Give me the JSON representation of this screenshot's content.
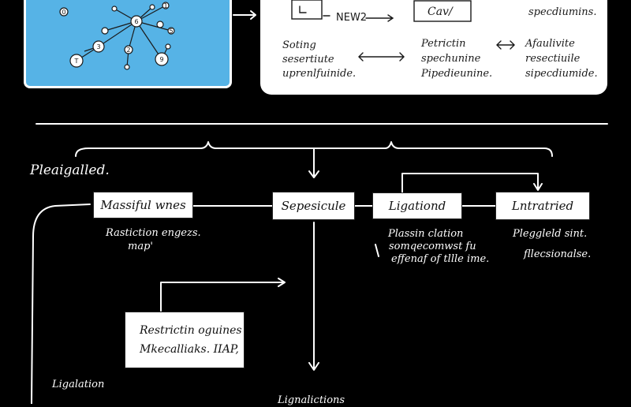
{
  "graph": {
    "nodes": [
      "6",
      "1",
      "3",
      "2",
      "5",
      "T",
      "9",
      "0"
    ]
  },
  "top_panel": {
    "new_label": "NEW2",
    "cav_label": "Cav/",
    "top_right": "speсdiumins.",
    "col1": [
      "Soting",
      "sesertiute",
      "uprenlfuinide."
    ],
    "col2": [
      "Petrictin",
      "spechunine",
      "Pipedieunine."
    ],
    "col3": [
      "Afaulivite",
      "resectiuile",
      "sipecdiumide."
    ]
  },
  "section_label": "Pleaigalled.",
  "boxes": {
    "massiful": "Massiful wnes",
    "sepesicule": "Sepesicule",
    "ligationd": "Ligationd",
    "lntratried": "Lntratried",
    "restrictin": [
      "Restrictin oguines",
      "Mkecalliaks. IIAP,"
    ]
  },
  "notes": {
    "massiful": [
      "Rastiction engezs.",
      "map'"
    ],
    "ligationd": [
      "Plassin clation",
      "somqecomwst fu",
      "effenaf of tllle ime."
    ],
    "lntratried": [
      "Pleggleld sint.",
      "fllecsionalse."
    ],
    "ligalation": "Ligalation",
    "bottom": "Lignalictions"
  }
}
